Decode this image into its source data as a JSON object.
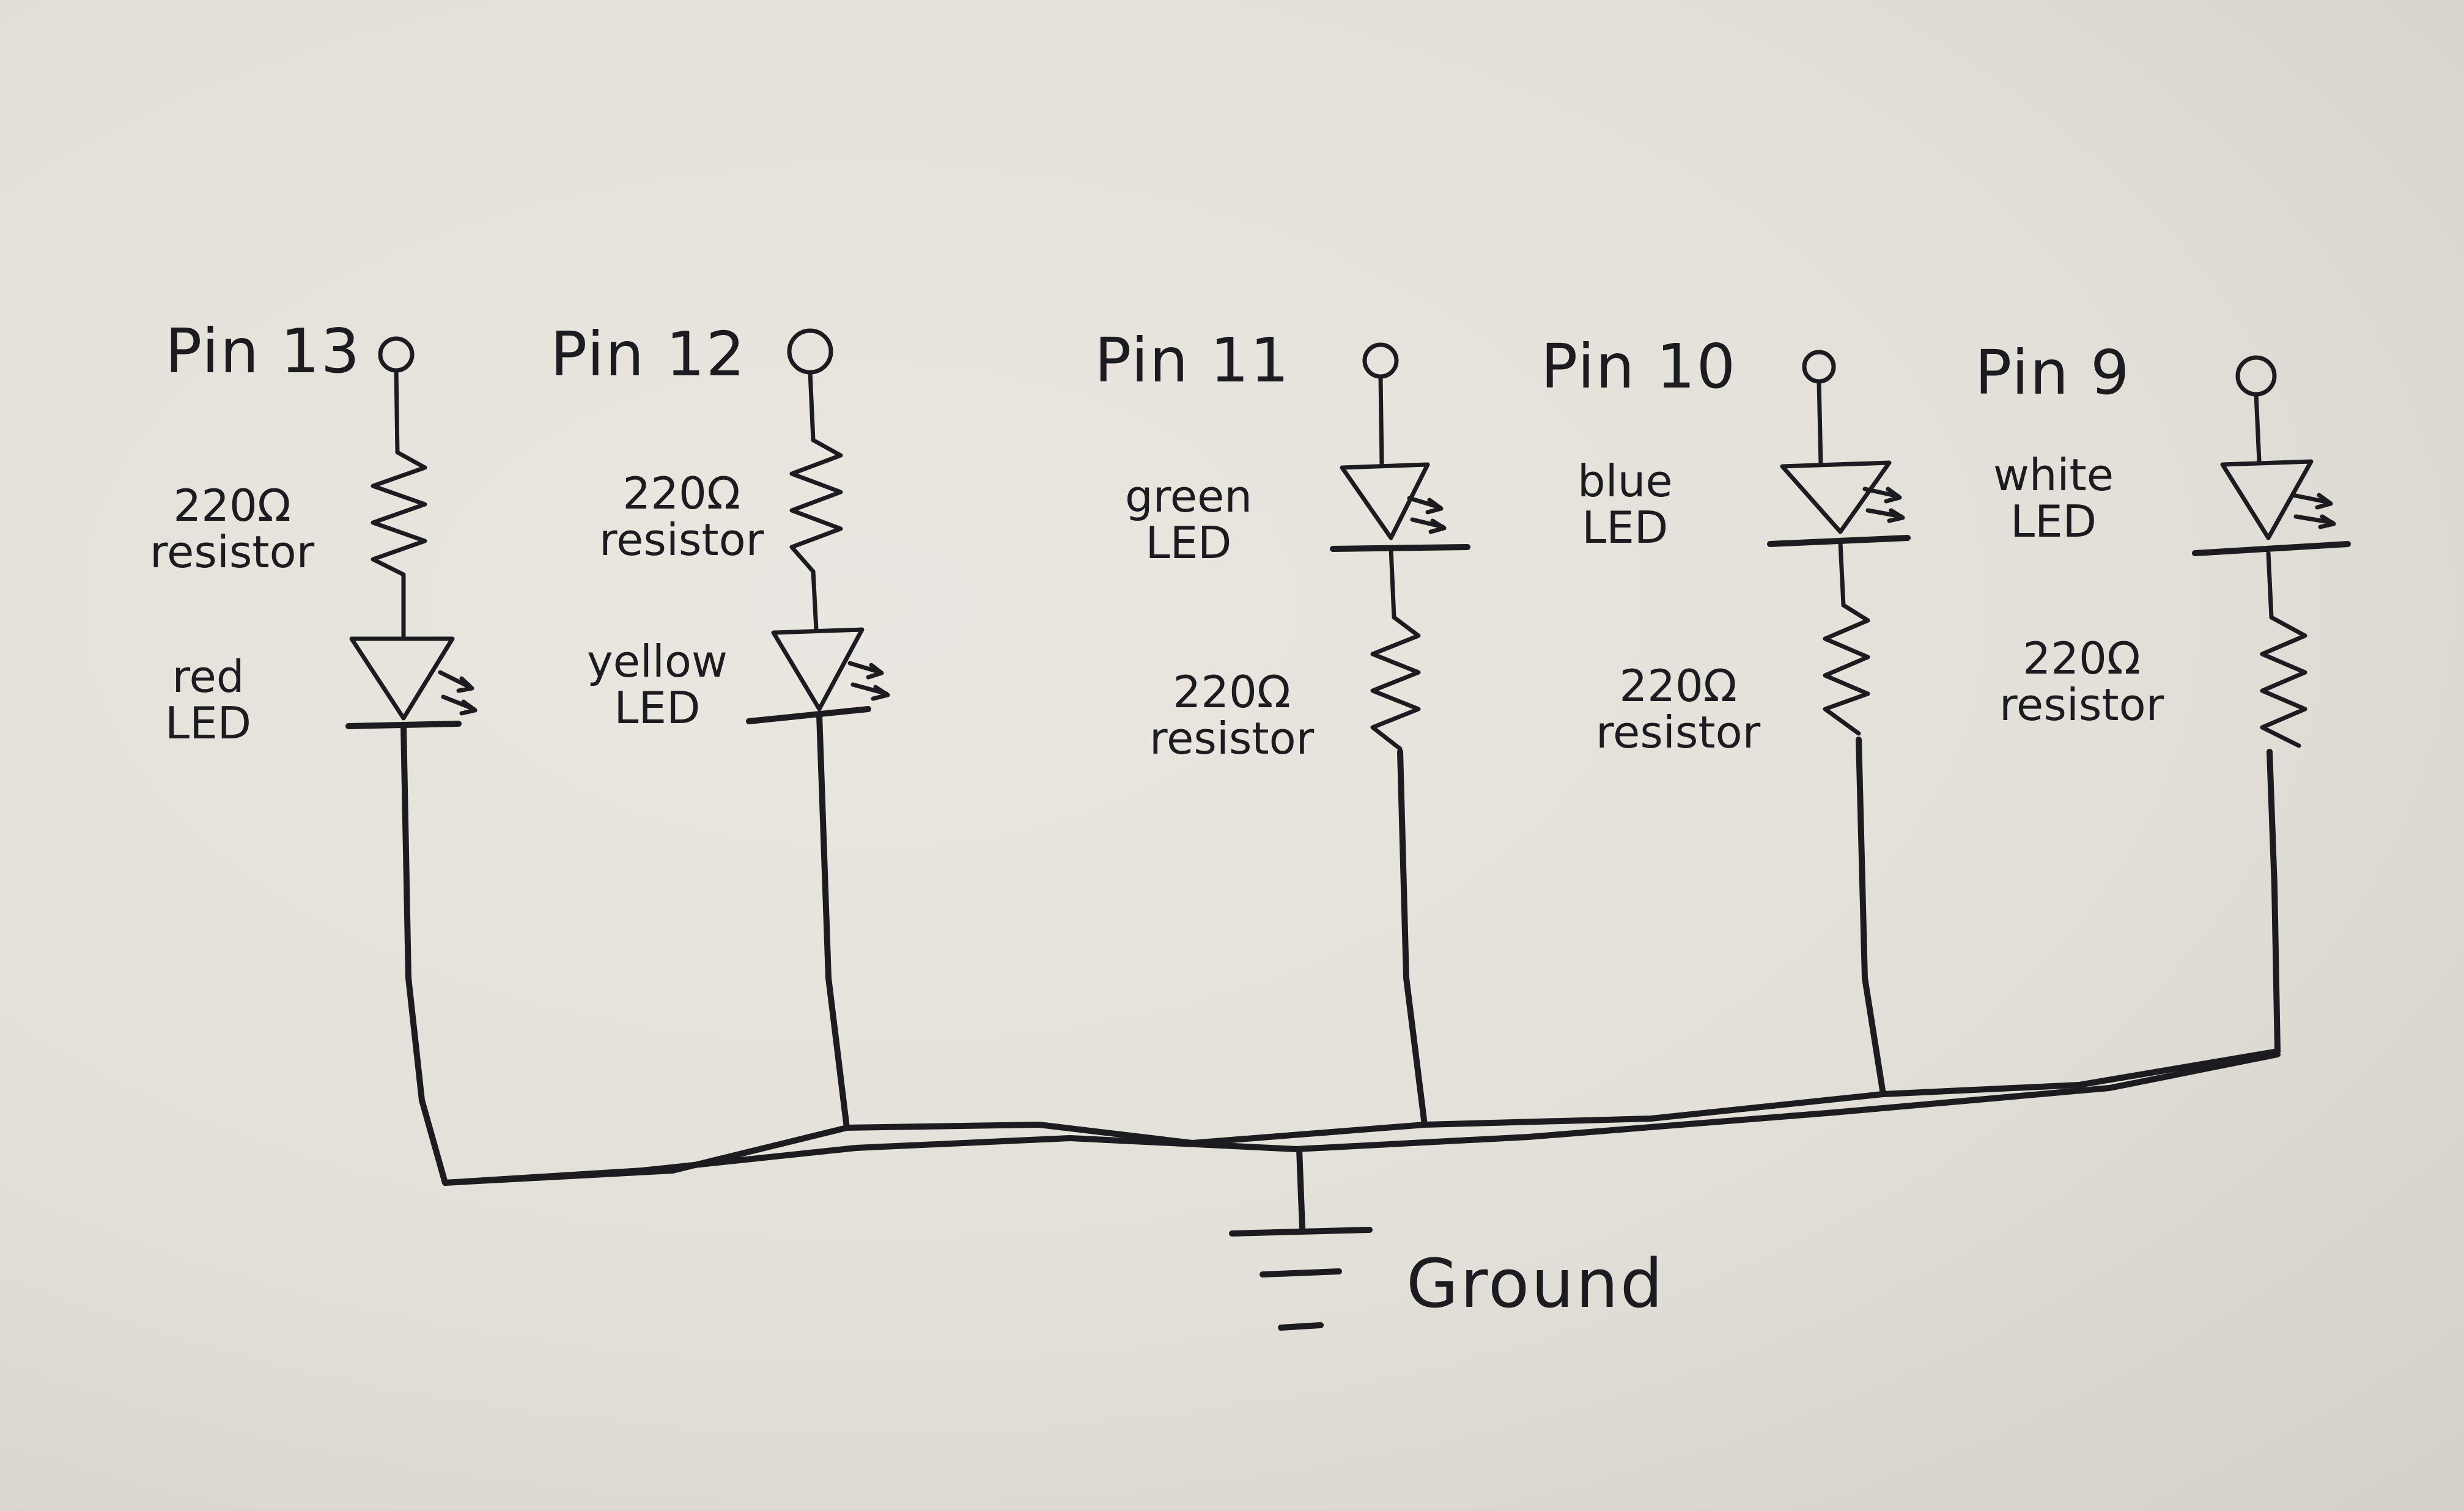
{
  "branches": [
    {
      "pin": "Pin 13",
      "upper": {
        "line1": "220Ω",
        "line2": "resistor",
        "icon": "resistor-icon"
      },
      "lower": {
        "line1": "red",
        "line2": "LED",
        "icon": "led-icon"
      }
    },
    {
      "pin": "Pin 12",
      "upper": {
        "line1": "220Ω",
        "line2": "resistor",
        "icon": "resistor-icon"
      },
      "lower": {
        "line1": "yellow",
        "line2": "LED",
        "icon": "led-icon"
      }
    },
    {
      "pin": "Pin 11",
      "upper": {
        "line1": "green",
        "line2": "LED",
        "icon": "led-icon"
      },
      "lower": {
        "line1": "220Ω",
        "line2": "resistor",
        "icon": "resistor-icon"
      }
    },
    {
      "pin": "Pin 10",
      "upper": {
        "line1": "blue",
        "line2": "LED",
        "icon": "led-icon"
      },
      "lower": {
        "line1": "220Ω",
        "line2": "resistor",
        "icon": "resistor-icon"
      }
    },
    {
      "pin": "Pin 9",
      "upper": {
        "line1": "white",
        "line2": "LED",
        "icon": "led-icon"
      },
      "lower": {
        "line1": "220Ω",
        "line2": "resistor",
        "icon": "resistor-icon"
      }
    }
  ],
  "ground": {
    "label": "Ground",
    "icon": "ground-icon"
  },
  "colors": {
    "ink": "#1c1b1f",
    "paper": "#e3e1da"
  }
}
